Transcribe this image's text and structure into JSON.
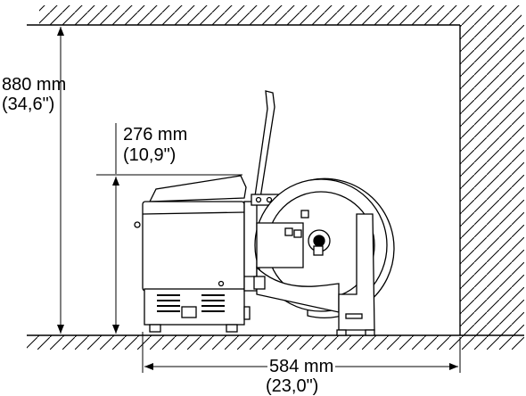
{
  "dimensions": {
    "total_height": {
      "metric": "880 mm",
      "imperial": "(34,6\")"
    },
    "top_clearance": {
      "metric": "276 mm",
      "imperial": "(10,9\")"
    },
    "width": {
      "metric": "584 mm",
      "imperial": "(23,0\")"
    }
  },
  "colors": {
    "line": "#000000",
    "background": "#ffffff"
  }
}
